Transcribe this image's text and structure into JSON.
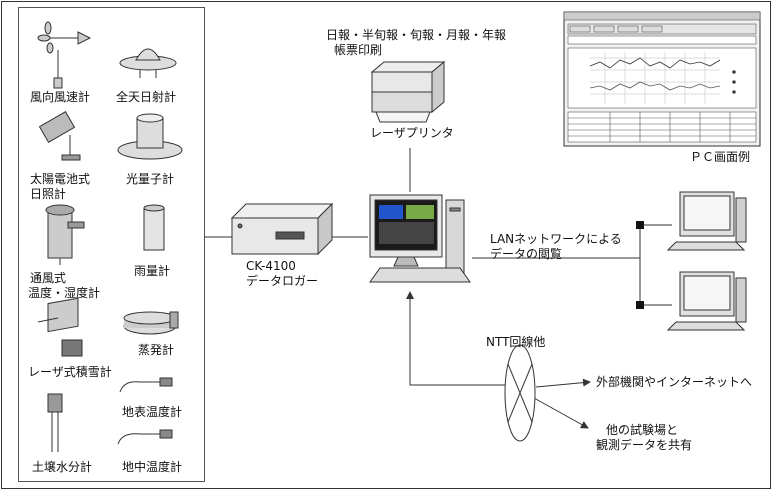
{
  "sensors": {
    "wind": "風向風速計",
    "solar": "全天日射計",
    "sunshine_1": "太陽電池式",
    "sunshine_2": "日照計",
    "quantum": "光量子計",
    "ventilated_1": "通風式",
    "ventilated_2": "温度・湿度計",
    "rain": "雨量計",
    "evaporation": "蒸発計",
    "snow": "レーザ式積雪計",
    "surface_temp": "地表温度計",
    "soil_moisture": "土壌水分計",
    "underground_temp": "地中温度計"
  },
  "logger": {
    "model": "CK-4100",
    "name": "データロガー"
  },
  "printer": {
    "reports_line1": "日報・半旬報・旬報・月報・年報",
    "reports_line2": "帳票印刷",
    "name": "レーザプリンタ"
  },
  "pc_screen": {
    "caption": "ＰＣ画面例"
  },
  "lan": {
    "line1": "LANネットワークによる",
    "line2": "データの閲覧"
  },
  "ntt": {
    "label": "NTT回線他"
  },
  "external": {
    "internet": "外部機関やインターネットへ",
    "share_1": "他の試験場と",
    "share_2": "観測データを共有"
  },
  "colors": {
    "line": "#333333",
    "device": "#e8e8e8",
    "screen": "#1a1a1a",
    "accent": "#2255cc"
  }
}
